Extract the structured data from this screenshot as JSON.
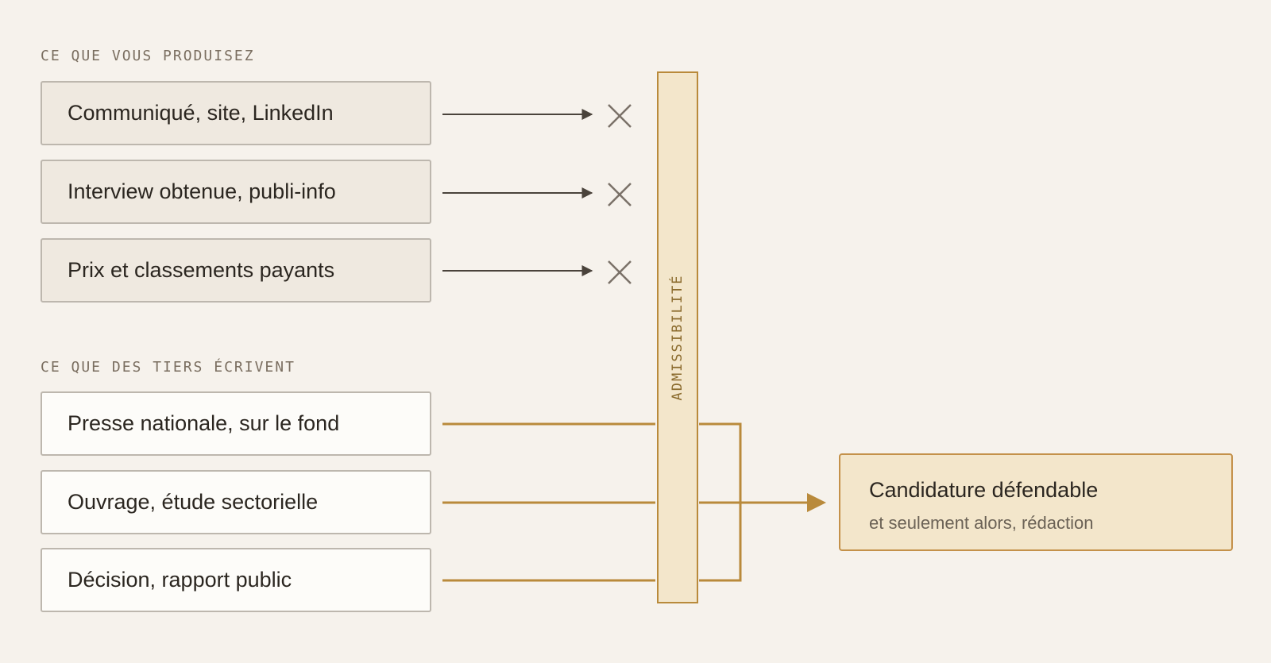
{
  "sections": {
    "own": {
      "label": "CE QUE VOUS PRODUISEZ",
      "items": [
        "Communiqué, site, LinkedIn",
        "Interview obtenue, publi-info",
        "Prix et classements payants"
      ]
    },
    "third": {
      "label": "CE QUE DES TIERS ÉCRIVENT",
      "items": [
        "Presse nationale, sur le fond",
        "Ouvrage, étude sectorielle",
        "Décision, rapport public"
      ]
    }
  },
  "gate": {
    "label": "ADMISSIBILITÉ"
  },
  "outcome": {
    "title": "Candidature défendable",
    "subtitle": "et seulement alors, rédaction"
  },
  "colors": {
    "background": "#f6f2ec",
    "accent": "#b98a3b",
    "rejected": "#7a7168",
    "arrow_dark": "#4a433b"
  },
  "icons": {
    "rejected": "cross-icon"
  }
}
